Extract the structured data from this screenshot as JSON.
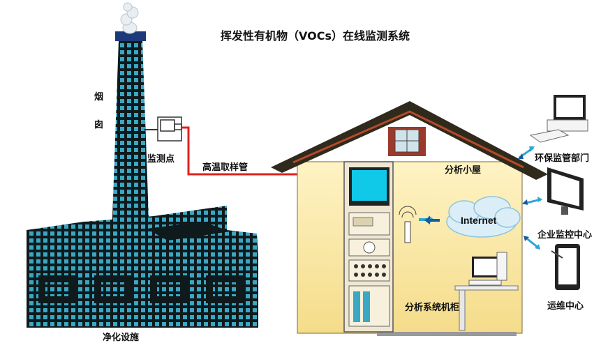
{
  "title": "挥发性有机物（VOCs）在线监测系统",
  "labels": {
    "chimney_char1": "烟",
    "chimney_char2": "囱",
    "monitoring_point": "监测点",
    "sampling_pipe": "高温取样管",
    "analysis_house": "分析小屋",
    "analysis_cabinet": "分析系统机柜",
    "purification": "净化设施",
    "internet": "Internet",
    "env_dept": "环保监管部门",
    "enterprise_center": "企业监控中心",
    "ops_center": "运维中心"
  },
  "colors": {
    "building_dark": "#0f1a1d",
    "window_blue": "#3aa7c3",
    "house_wall": "#fbe9a6",
    "house_roof": "#2f2a1c",
    "pipe_red": "#e0201c",
    "arrow_blue": "#2aa6d6",
    "cloud": "#dbeef7"
  },
  "icons": [
    "smoke-icon",
    "sampling-probe-icon",
    "desktop-computer-icon",
    "monitor-icon",
    "tablet-icon",
    "wireless-antenna-icon",
    "cloud-icon"
  ]
}
